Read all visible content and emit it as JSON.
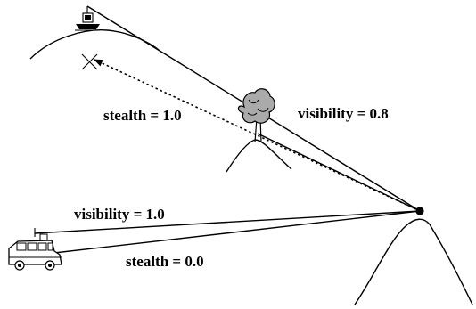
{
  "labels": {
    "stealth_top": "stealth = 1.0",
    "visibility_top": "visibility = 0.8",
    "visibility_bottom": "visibility = 1.0",
    "stealth_bottom": "stealth = 0.0"
  },
  "icons": {
    "observer": "observer-point",
    "tower": "observation-tower",
    "tree": "tree-obstacle",
    "target": "x-mark",
    "vehicle": "truck"
  }
}
